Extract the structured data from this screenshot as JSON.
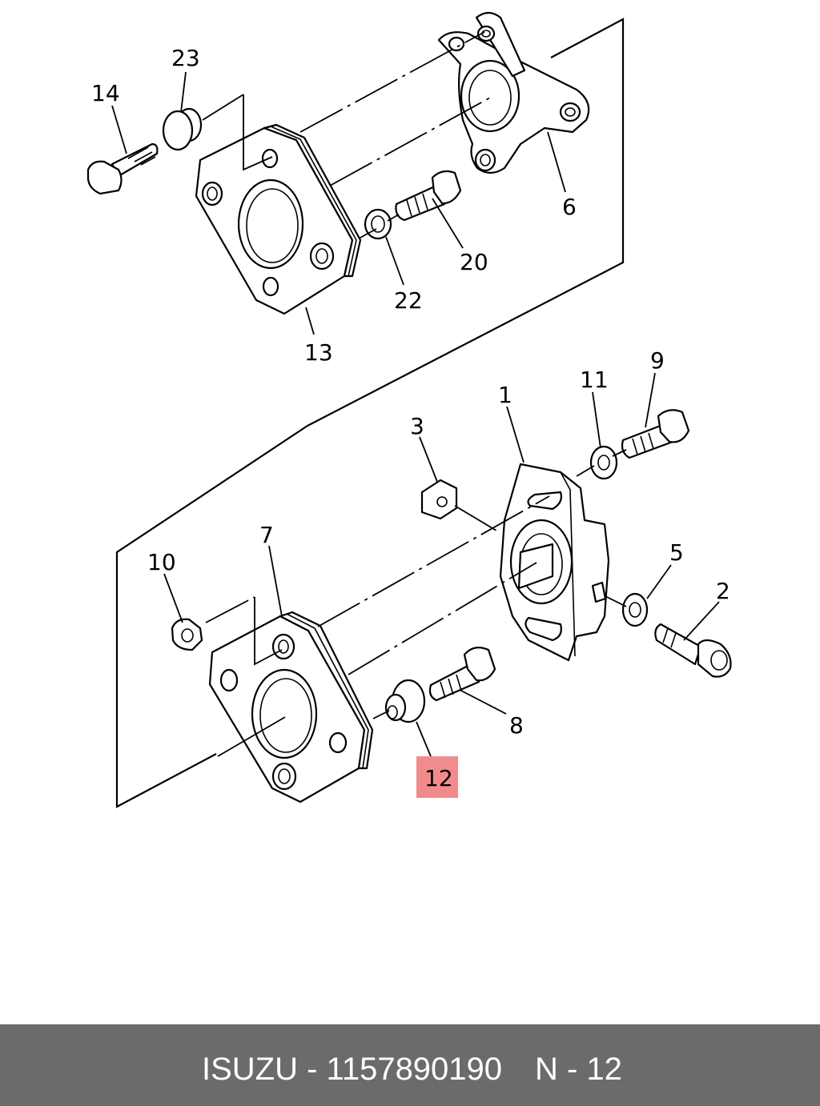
{
  "diagram": {
    "labels": {
      "n1": "1",
      "n2": "2",
      "n3": "3",
      "n5": "5",
      "n6": "6",
      "n7": "7",
      "n8": "8",
      "n9": "9",
      "n10": "10",
      "n11": "11",
      "n12": "12",
      "n13": "13",
      "n14": "14",
      "n20": "20",
      "n22": "22",
      "n23": "23"
    },
    "highlighted_label": "12",
    "highlight_color": "#f28b8b"
  },
  "footer": {
    "brand_part": "ISUZU - 1157890190",
    "ref": "N - 12",
    "background": "#6b6b6b"
  }
}
